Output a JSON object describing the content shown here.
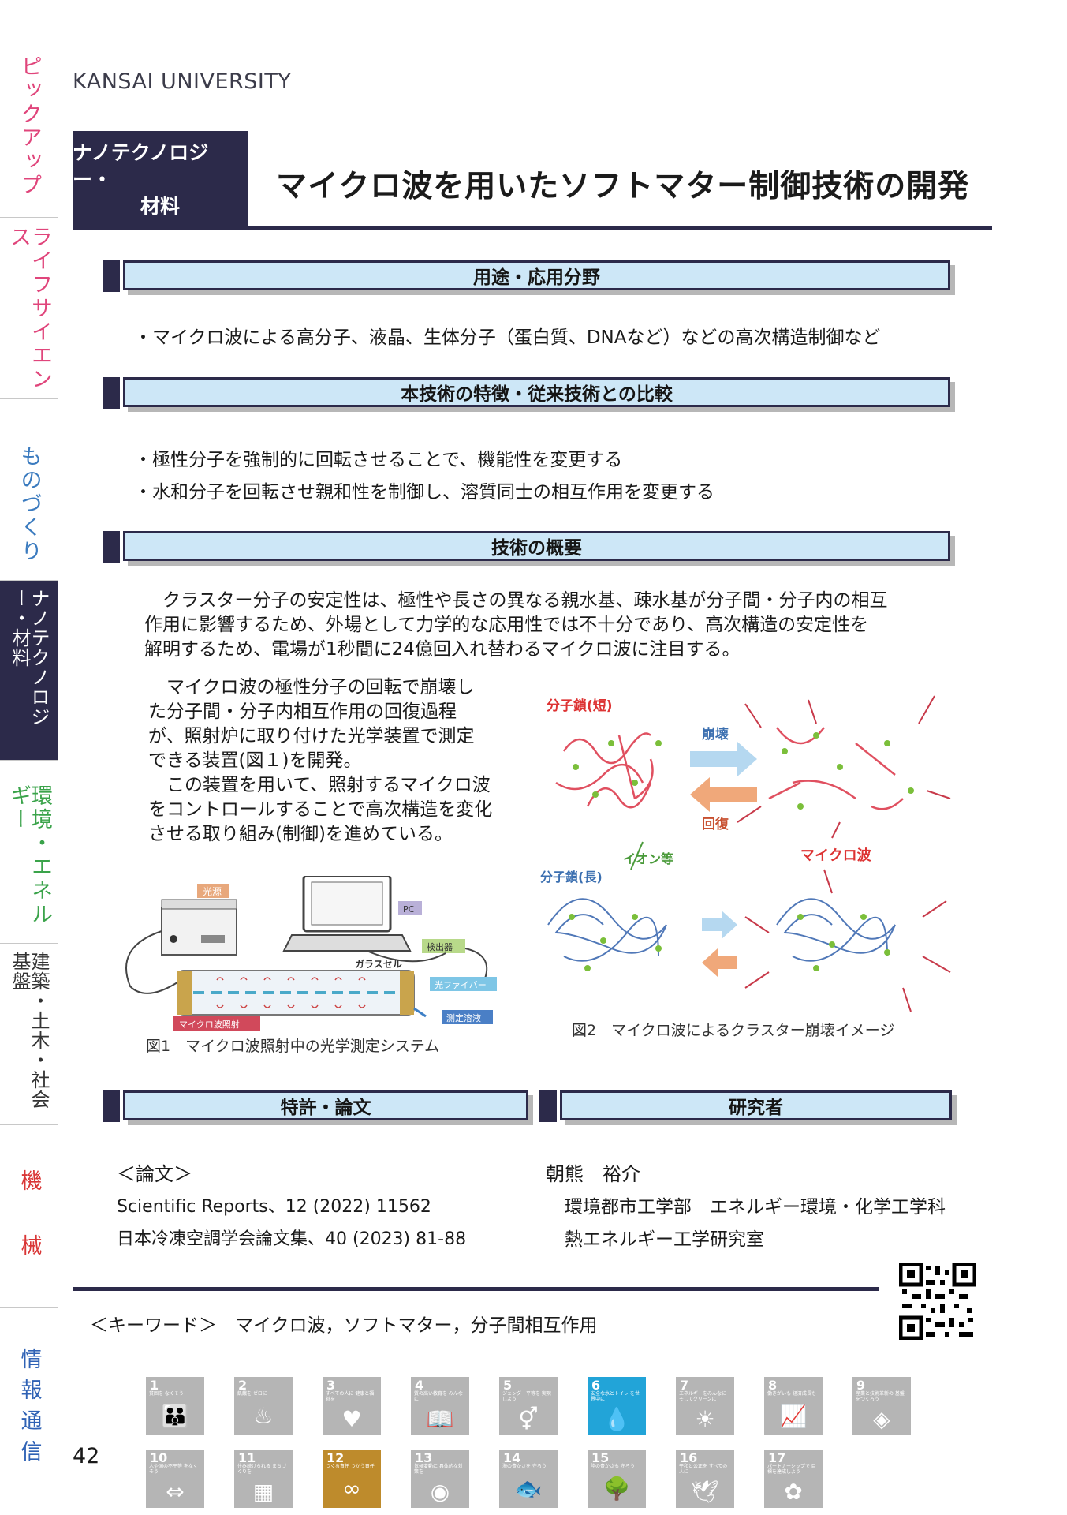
{
  "sidebar": {
    "tabs": [
      {
        "label": "ピックアップ",
        "color": "#e0457b"
      },
      {
        "label": "ライフサイエンス",
        "color": "#e0457b"
      },
      {
        "label": "ものづくり",
        "color": "#3b7bbf"
      },
      {
        "label": "ナノテクノロジー・材料",
        "color": "#ffffff"
      },
      {
        "label": "環境・エネルギー",
        "color": "#3aa34a"
      },
      {
        "label": "建築・土木・社会基盤",
        "color": "#333333"
      },
      {
        "label": "機　械",
        "color": "#d93636"
      },
      {
        "label": "情報通信",
        "color": "#2f62b5"
      }
    ]
  },
  "header": {
    "university": "KANSAI UNIVERSITY",
    "category_line1": "ナノテクノロジー・",
    "category_line2": "材料",
    "title": "マイクロ波を用いたソフトマター制御技術の開発"
  },
  "sections": {
    "applications": {
      "heading": "用途・応用分野",
      "bullets": [
        "・マイクロ波による高分子、液晶、生体分子（蛋白質、DNAなど）などの高次構造制御など"
      ]
    },
    "features": {
      "heading": "本技術の特徴・従来技術との比較",
      "bullets": [
        "・極性分子を強制的に回転させることで、機能性を変更する",
        "・水和分子を回転させ親和性を制御し、溶質同士の相互作用を変更する"
      ]
    },
    "overview": {
      "heading": "技術の概要",
      "intro": [
        "　クラスター分子の安定性は、極性や長さの異なる親水基、疎水基が分子間・分子内の相互",
        "作用に影響するため、外場として力学的な応用性では不十分であり、高次構造の安定性を",
        "解明するため、電場が1秒間に24億回入れ替わるマイクロ波に注目する。"
      ],
      "body": [
        "　マイクロ波の極性分子の回転で崩壊し",
        "た分子間・分子内相互作用の回復過程",
        "が、照射炉に取り付けた光学装置で測定",
        "できる装置(図１)を開発。",
        "　この装置を用いて、照射するマイクロ波",
        "をコントロールすることで高次構造を変化",
        "させる取り組み(制御)を進めている。"
      ]
    },
    "patents": {
      "heading": "特許・論文",
      "label": "＜論文＞",
      "items": [
        "Scientific Reports、12 (2022) 11562",
        "日本冷凍空調学会論文集、40 (2023) 81-88"
      ]
    },
    "researcher": {
      "heading": "研究者",
      "name": "朝熊　裕介",
      "dept": "環境都市工学部　エネルギー環境・化学工学科",
      "lab": "熱エネルギー工学研究室"
    }
  },
  "figure1": {
    "light_source": "光源",
    "pc": "PC",
    "detector": "検出器",
    "glass_cell": "ガラスセル",
    "fiber": "光ファイバー",
    "solution": "測定溶液",
    "irradiation": "マイクロ波照射",
    "caption": "図1　マイクロ波照射中の光学測定システム"
  },
  "figure2": {
    "short_chain": "分子鎖(短)",
    "collapse": "崩壊",
    "recovery": "回復",
    "ions": "イオン等",
    "microwave": "マイクロ波",
    "long_chain": "分子鎖(長)",
    "caption": "図2　マイクロ波によるクラスター崩壊イメージ"
  },
  "keywords": {
    "text": "＜キーワード＞　マイクロ波，ソフトマター，分子間相互作用"
  },
  "page_number": "42",
  "sdgs": [
    {
      "num": "1",
      "cap": "貧困を なくそう",
      "icon": "👪",
      "active": false
    },
    {
      "num": "2",
      "cap": "飢餓を ゼロに",
      "icon": "♨",
      "active": false
    },
    {
      "num": "3",
      "cap": "すべての人に 健康と福祉を",
      "icon": "♥",
      "active": false
    },
    {
      "num": "4",
      "cap": "質の高い教育を みんなに",
      "icon": "📖",
      "active": false
    },
    {
      "num": "5",
      "cap": "ジェンダー平等を 実現しよう",
      "icon": "⚥",
      "active": false
    },
    {
      "num": "6",
      "cap": "安全な水とトイレ を世界中に",
      "icon": "💧",
      "active": true,
      "color": "#22a4d8"
    },
    {
      "num": "7",
      "cap": "エネルギーをみんなに そしてクリーンに",
      "icon": "☀",
      "active": false
    },
    {
      "num": "8",
      "cap": "働きがいも 経済成長も",
      "icon": "📈",
      "active": false
    },
    {
      "num": "9",
      "cap": "産業と技術革新の 基盤をつくろう",
      "icon": "◈",
      "active": false
    },
    {
      "num": "10",
      "cap": "人や国の不平等 をなくそう",
      "icon": "⇔",
      "active": false
    },
    {
      "num": "11",
      "cap": "住み続けられる まちづくりを",
      "icon": "▦",
      "active": false
    },
    {
      "num": "12",
      "cap": "つくる責任 つかう責任",
      "icon": "∞",
      "active": true,
      "color": "#be8b2c"
    },
    {
      "num": "13",
      "cap": "気候変動に 具体的な対策を",
      "icon": "◉",
      "active": false
    },
    {
      "num": "14",
      "cap": "海の豊かさを 守ろう",
      "icon": "🐟",
      "active": false
    },
    {
      "num": "15",
      "cap": "陸の豊かさも 守ろう",
      "icon": "🌳",
      "active": false
    },
    {
      "num": "16",
      "cap": "平和と公正を すべての人に",
      "icon": "🕊",
      "active": false
    },
    {
      "num": "17",
      "cap": "パートナーシップで 目標を達成しよう",
      "icon": "✿",
      "active": false
    }
  ]
}
